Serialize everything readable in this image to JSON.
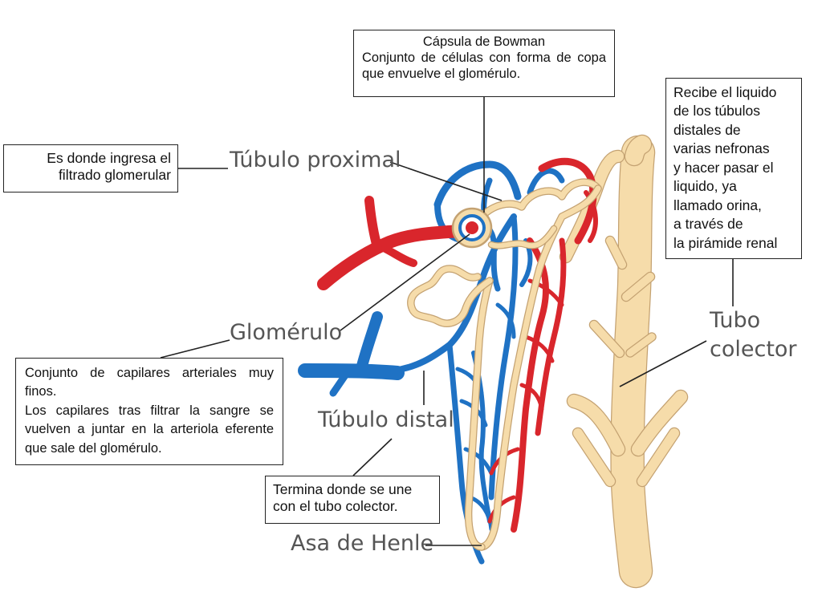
{
  "colors": {
    "artery": "#d9262c",
    "vein": "#1f72c4",
    "tubule": "#f6dcaa",
    "tubule_outline": "#c4a272",
    "collector": "#f8d89a",
    "leader": "#222222"
  },
  "labels": {
    "tubulo_proximal": "Túbulo proximal",
    "glomerulo": "Glomérulo",
    "tubulo_distal": "Túbulo distal",
    "asa_henle": "Asa de Henle",
    "tubo": "Tubo",
    "colector": "colector"
  },
  "boxes": {
    "bowman": {
      "title": "Cápsula de Bowman",
      "text": "Conjunto de células con forma de copa que envuelve el glomérulo."
    },
    "proximal": {
      "line1": "Es donde ingresa el",
      "line2": "filtrado glomerular"
    },
    "collector": {
      "lines": [
        "Recibe el liquido",
        "de los túbulos",
        "distales de",
        "varias nefronas",
        "y hacer pasar el",
        "liquido, ya",
        "llamado orina,",
        "a través de",
        "la pirámide renal"
      ]
    },
    "glomerulo": {
      "text1": "Conjunto de capilares arteriales muy finos.",
      "text2": "Los capilares tras filtrar la sangre se vuelven a juntar en la arteriola eferente que sale del glomérulo."
    },
    "distal": {
      "line1": "Termina donde se une",
      "line2": "con el tubo colector."
    }
  }
}
